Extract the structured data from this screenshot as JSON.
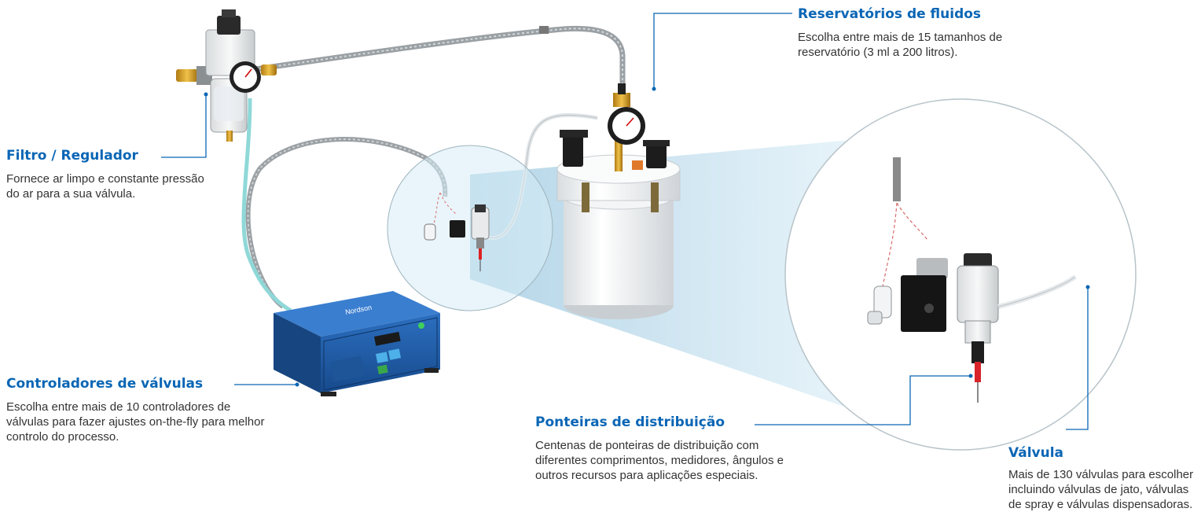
{
  "colors": {
    "accent": "#0a66b5",
    "body_text": "#333333",
    "zoom_tint": "#cfe6f2",
    "controller_blue": "#1f5aa6",
    "hose_teal": "#8fd8d8",
    "hose_grey": "#9aa0a4"
  },
  "callouts": {
    "filtro": {
      "title": "Filtro / Regulador",
      "text": "Fornece ar limpo e constante pressão do ar para a sua válvula."
    },
    "controladores": {
      "title": "Controladores de válvulas",
      "text": "Escolha entre mais de 10 controladores de válvulas para fazer ajustes on-the-fly para melhor controlo do processo."
    },
    "reservatorios": {
      "title": "Reservatórios de fluidos",
      "text": "Escolha entre mais de 15 tamanhos de reservatório (3 ml a 200 litros)."
    },
    "ponteiras": {
      "title": "Ponteiras de distribuição",
      "text": "Centenas de ponteiras de distribuição com diferentes comprimentos, medidores, ângulos e outros recursos para aplicações especiais."
    },
    "valvula": {
      "title": "Válvula",
      "text": "Mais de 130 válvulas para escolher incluindo válvulas de jato, válvulas de spray e válvulas dispensadoras."
    }
  },
  "device": {
    "controller_brand": "Nordson"
  }
}
